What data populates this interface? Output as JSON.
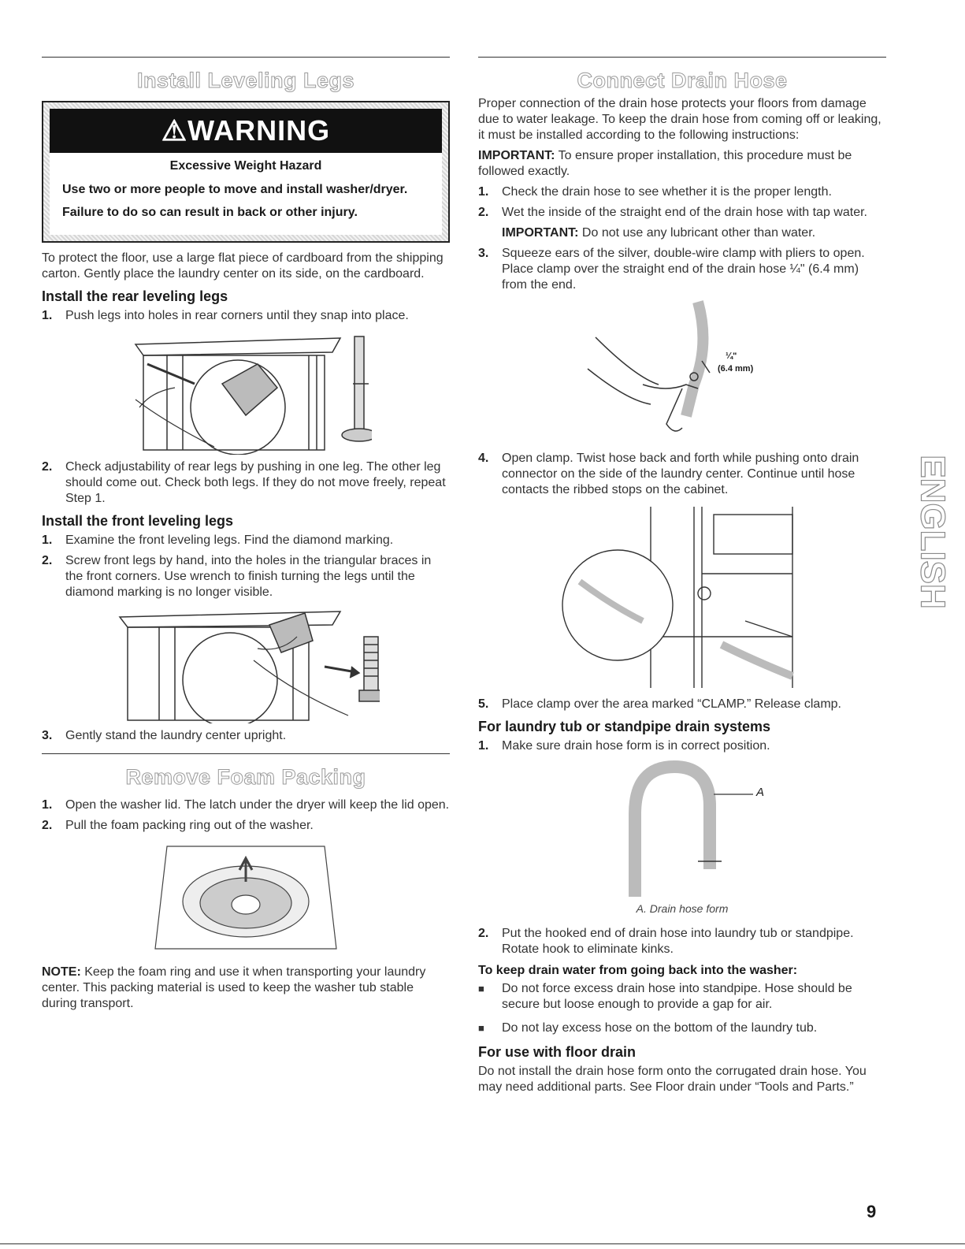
{
  "left": {
    "title1": "Install Leveling Legs",
    "warning": {
      "banner": "WARNING",
      "hazard": "Excessive Weight Hazard",
      "line1": "Use two or more people to move and install washer/dryer.",
      "line2": "Failure to do so can result in back or other injury."
    },
    "intro": "To protect the floor, use a large flat piece of cardboard from the shipping carton. Gently place the laundry center on its side, on the cardboard.",
    "rear_heading": "Install the rear leveling legs",
    "rear_step1": "Push legs into holes in rear corners until they snap into place.",
    "rear_step2": "Check adjustability of rear legs by pushing in one leg. The other leg should come out. Check both legs. If they do not move freely, repeat Step 1.",
    "front_heading": "Install the front leveling legs",
    "front_step1": "Examine the front leveling legs. Find the diamond marking.",
    "front_step2": "Screw front legs by hand, into the holes in the triangular braces in the front corners. Use wrench to finish turning the legs until the diamond marking is no longer visible.",
    "front_step3": "Gently stand the laundry center upright.",
    "title2": "Remove Foam Packing",
    "foam_step1": "Open the washer lid. The latch under the dryer will keep the lid open.",
    "foam_step2": "Pull the foam packing ring out of the washer.",
    "note_label": "NOTE:",
    "note_text": " Keep the foam ring and use it when transporting your laundry center. This packing material is used to keep the washer tub stable during transport."
  },
  "right": {
    "title": "Connect Drain Hose",
    "intro": "Proper connection of the drain hose protects your floors from damage due to water leakage. To keep the drain hose from coming off or leaking, it must be installed according to the following instructions:",
    "important_label": "IMPORTANT:",
    "important1_text": " To ensure proper installation, this procedure must be followed exactly.",
    "step1": "Check the drain hose to see whether it is the proper length.",
    "step2": "Wet the inside of the straight end of the drain hose with tap water.",
    "important2_text": " Do not use any lubricant other than water.",
    "step3": "Squeeze ears of the silver, double-wire clamp with pliers to open. Place clamp over the straight end of the drain hose ¼\" (6.4 mm) from the end.",
    "fig_label1": "¼\"",
    "fig_label2": "(6.4 mm)",
    "step4": "Open clamp. Twist hose back and forth while pushing onto drain connector on the side of the laundry center. Continue until hose contacts the ribbed stops on the cabinet.",
    "step5": "Place clamp over the area marked “CLAMP.” Release clamp.",
    "tub_heading": "For laundry tub or standpipe drain systems",
    "tub_step1": "Make sure drain hose form is in correct position.",
    "fig_A": "A",
    "caption_A": "A. Drain hose form",
    "tub_step2": "Put the hooked end of drain hose into laundry tub or standpipe. Rotate hook to eliminate kinks.",
    "keep_heading": "To keep drain water from going back into the washer:",
    "bullet1": "Do not force excess drain hose into standpipe. Hose should be secure but loose enough to provide a gap for air.",
    "bullet2": "Do not lay excess hose on the bottom of the laundry tub.",
    "floor_heading": "For use with floor drain",
    "floor_text": "Do not install the drain hose form onto the corrugated drain hose. You may need additional parts. See Floor drain under “Tools and Parts.”"
  },
  "nums": {
    "n1": "1.",
    "n2": "2.",
    "n3": "3.",
    "n4": "4.",
    "n5": "5."
  },
  "side_tab": "ENGLISH",
  "page_number": "9"
}
